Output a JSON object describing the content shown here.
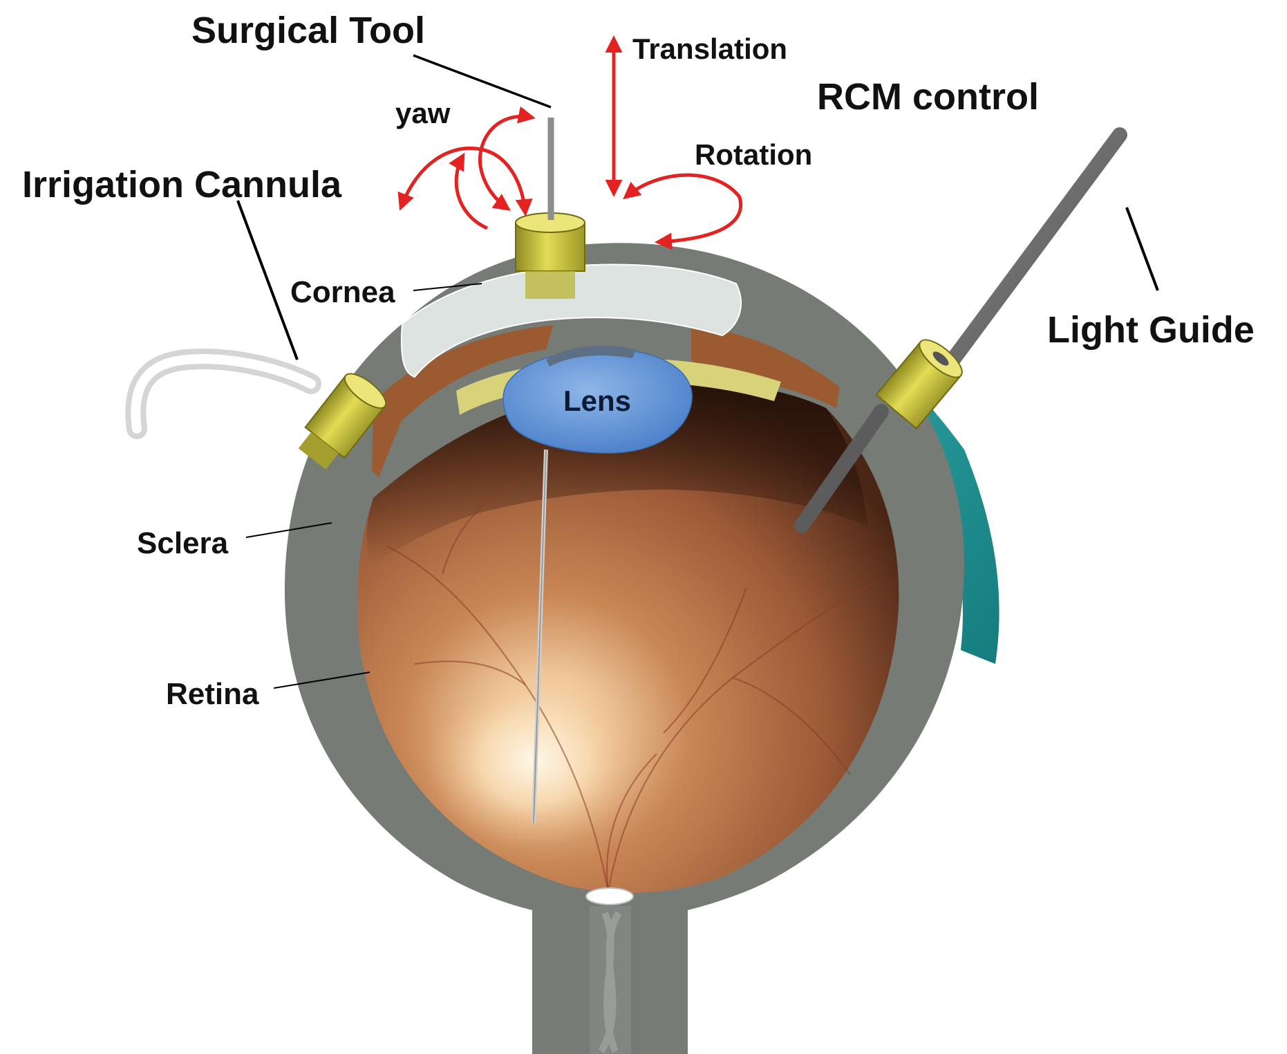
{
  "labels": {
    "surgical_tool": "Surgical Tool",
    "translation": "Translation",
    "rcm_control": "RCM control",
    "yaw": "yaw",
    "rotation": "Rotation",
    "irrigation_cannula": "Irrigation Cannula",
    "cornea": "Cornea",
    "light_guide": "Light Guide",
    "lens": "Lens",
    "sclera": "Sclera",
    "retina": "Retina"
  },
  "colors": {
    "sclera": "#767b76",
    "retina": "#b46c40",
    "fundus_glow": "#f7e2c2",
    "iris_brown": "#9b5a30",
    "ciliary_yellow": "#d8d27a",
    "lens_blue": "#5b90d6",
    "cornea_white": "#e6ecea",
    "outer_teal": "#1f9a9c",
    "cannula_yellow": "#c9c23e",
    "tube_white": "#e9e9e9",
    "tool_gray": "#6d6d6d",
    "motion_arrow": "#e32222"
  }
}
